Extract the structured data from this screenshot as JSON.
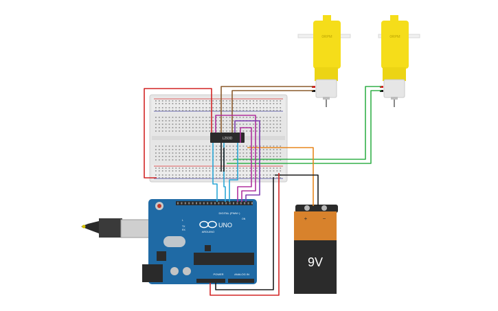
{
  "motors": [
    {
      "label": "0RPM"
    },
    {
      "label": "0RPM"
    }
  ],
  "driver_ic": {
    "label": "L293D"
  },
  "arduino": {
    "brand": "ARDUINO",
    "model": "UNO",
    "header_digital": "DIGITAL (PWM~)",
    "header_power": "POWER",
    "header_analog": "ANALOG IN",
    "tx": "TX",
    "rx": "RX",
    "l": "L",
    "on": "ON"
  },
  "battery": {
    "voltage": "9V",
    "plus": "+",
    "minus": "−"
  },
  "colors": {
    "wire_red": "#d22424",
    "wire_black": "#1a1a1a",
    "wire_brown": "#8a5a2b",
    "wire_green": "#33b04a",
    "wire_orange": "#e8871e",
    "wire_blue": "#2aa7d6",
    "wire_magenta": "#b0309e",
    "wire_purple": "#7d3fb0",
    "arduino_blue": "#1f6aa5",
    "motor_yellow": "#f5dd1a",
    "battery_orange": "#d8822c"
  }
}
